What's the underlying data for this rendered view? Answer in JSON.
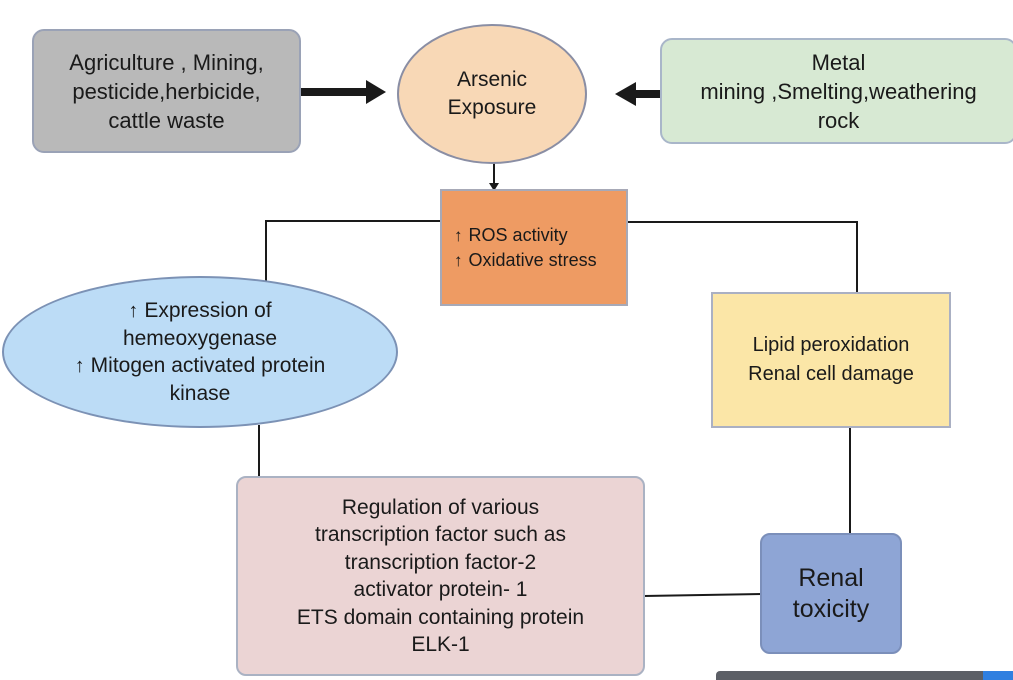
{
  "nodes": {
    "source_left": {
      "lines": [
        "Agriculture , Mining,",
        "pesticide,herbicide,",
        "cattle waste"
      ]
    },
    "arsenic_exposure": {
      "lines": [
        "Arsenic",
        "Exposure"
      ]
    },
    "source_right": {
      "lines": [
        "Metal",
        "mining ,Smelting,weathering",
        "rock"
      ]
    },
    "ros": {
      "lines": [
        "ROS activity",
        "Oxidative stress"
      ],
      "up_arrow": "↑"
    },
    "expression": {
      "lines": [
        "Expression of",
        "hemeoxygenase",
        "Mitogen activated protein",
        "kinase"
      ],
      "up_arrow": "↑"
    },
    "lipid": {
      "lines": [
        "Lipid peroxidation",
        "Renal cell damage"
      ]
    },
    "regulation": {
      "lines": [
        "Regulation of various",
        "transcription factor such as",
        "transcription factor-2",
        "activator protein- 1",
        "ETS domain containing protein",
        "ELK-1"
      ]
    },
    "renal_toxicity": {
      "lines": [
        "Renal",
        "toxicity"
      ]
    }
  },
  "colors": {
    "source_left": "#b9b9b9",
    "arsenic_exposure": "#f8d8b6",
    "source_right": "#d7e9d3",
    "ros": "#ee9b63",
    "expression": "#bcdcf6",
    "lipid": "#fbe6a7",
    "regulation": "#ebd4d4",
    "renal_toxicity": "#8ea5d5",
    "connector": "#1a1a1a"
  }
}
